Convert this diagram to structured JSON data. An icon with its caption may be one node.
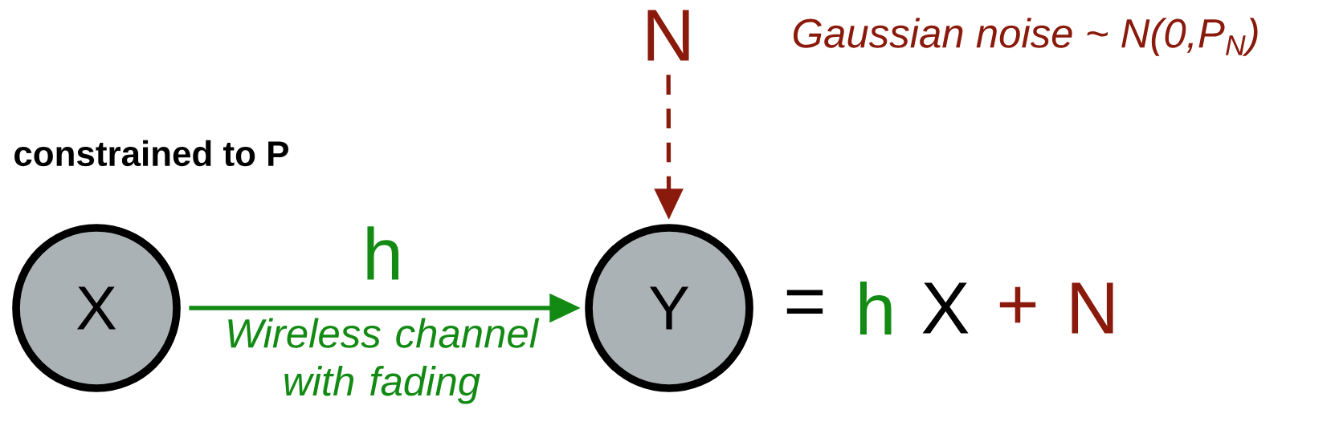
{
  "diagram": {
    "nodes": [
      {
        "text": [
          "X"
        ],
        "beside": [
          "constrained to P"
        ]
      },
      {
        "text": [
          "Y"
        ]
      },
      {
        "text": [
          "N"
        ],
        "beside": [
          "Gaussian noise ~ N(0,P$_{N}$)"
        ]
      }
    ],
    "edges": [
      {
        "from": 0,
        "to": 1,
        "arrow": "to",
        "label": "h",
        "color": "#138a13"
      },
      {
        "from": 2,
        "to": 1,
        "arrow": "to",
        "style": "dashed",
        "color": "#8a1a0c"
      }
    ],
    "labels": [
      "Wireless channel with fading",
      "=",
      "h",
      "X",
      "+",
      "N"
    ]
  }
}
